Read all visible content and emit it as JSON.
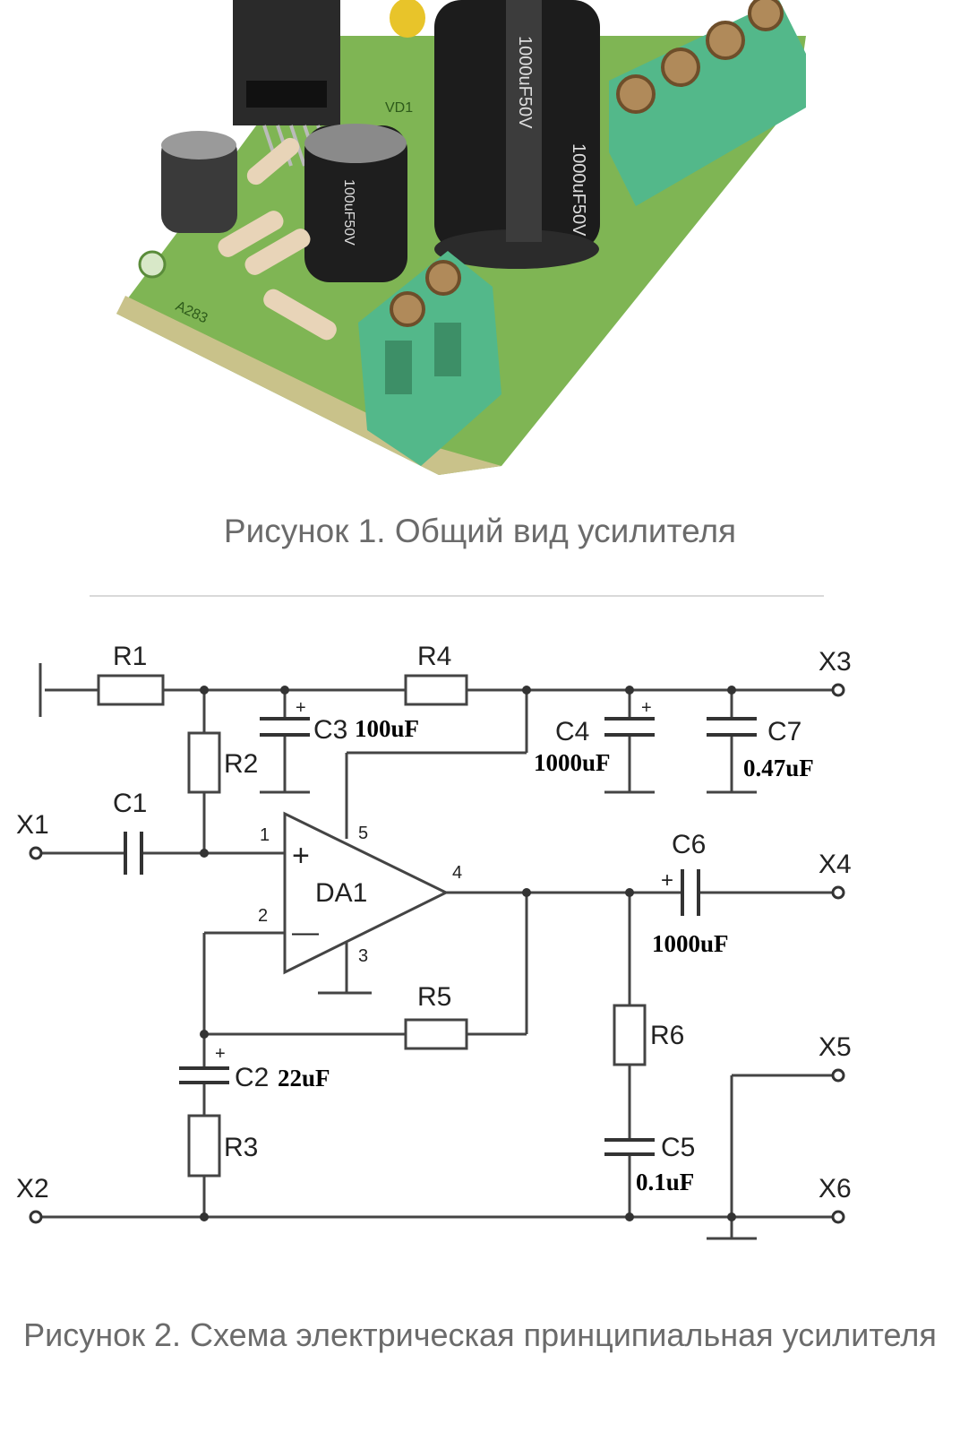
{
  "figure1": {
    "caption": "Рисунок 1. Общий вид усилителя",
    "photo": {
      "icon": "amplifier-pcb-photo",
      "component_markings": [
        "1000uF50V",
        "1000uF50V",
        "100uF50V",
        "A283",
        "VD1"
      ],
      "colors": {
        "pcb": "#7fb554",
        "terminal": "#53b88a",
        "capacitor": "#1c1c1c"
      }
    }
  },
  "figure2": {
    "caption": "Рисунок 2. Схема электрическая принципиальная усилителя",
    "schematic": {
      "terminals": [
        "X1",
        "X2",
        "X3",
        "X4",
        "X5",
        "X6"
      ],
      "resistors": [
        "R1",
        "R2",
        "R3",
        "R4",
        "R5",
        "R6"
      ],
      "capacitors": {
        "C1": "C1",
        "C2": {
          "label": "C2",
          "value": "22uF"
        },
        "C3": {
          "label": "C3",
          "value": "100uF"
        },
        "C4": {
          "label": "C4",
          "value": "1000uF"
        },
        "C5": {
          "label": "C5",
          "value": "0.1uF"
        },
        "C6": {
          "label": "C6",
          "value": "1000uF"
        },
        "C7": {
          "label": "C7",
          "value": "0.47uF"
        }
      },
      "opamp": {
        "label": "DA1",
        "plus": "+",
        "minus": "—",
        "pins": [
          "1",
          "2",
          "3",
          "4",
          "5"
        ]
      },
      "polarity_mark": "+"
    }
  }
}
